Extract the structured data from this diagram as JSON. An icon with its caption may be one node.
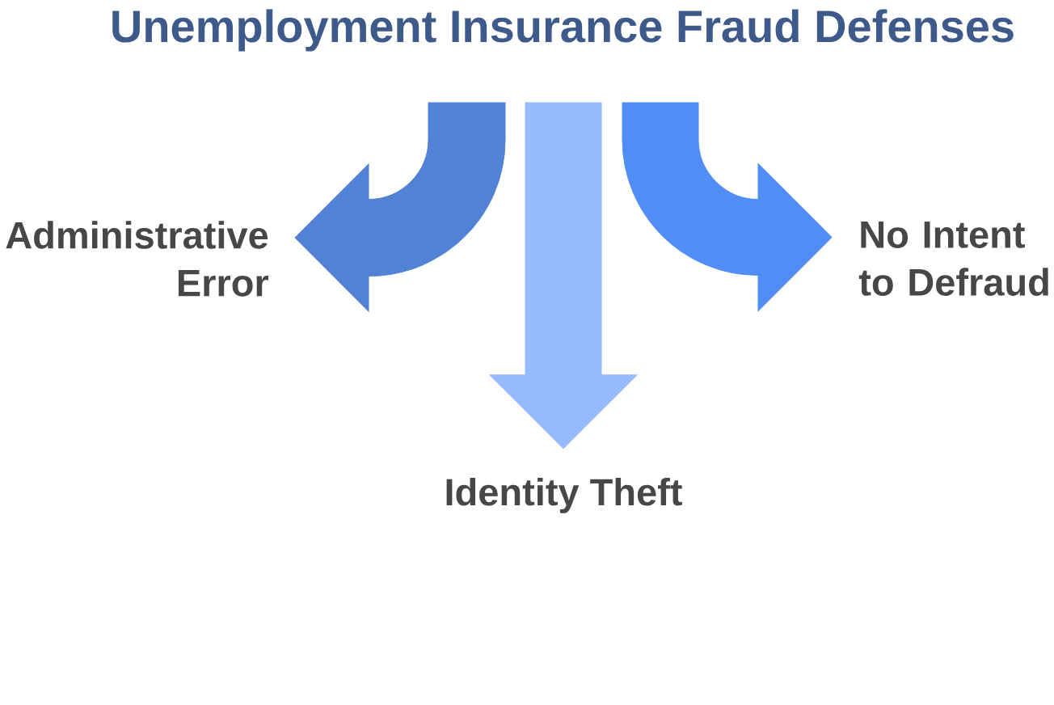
{
  "diagram": {
    "title": "Unemployment Insurance Fraud Defenses",
    "nodes": [
      {
        "text": [
          "Administrative Error"
        ]
      },
      {
        "text": [
          "No Intent to Defraud"
        ]
      },
      {
        "text": [
          "Identity Theft"
        ]
      }
    ],
    "edges": [
      {
        "from": null,
        "to": 0,
        "arrow": "to",
        "color": "#5182d6"
      },
      {
        "from": null,
        "to": 2,
        "arrow": "to",
        "color": "#97bbff"
      },
      {
        "from": null,
        "to": 1,
        "arrow": "to",
        "color": "#508ef5"
      }
    ]
  }
}
